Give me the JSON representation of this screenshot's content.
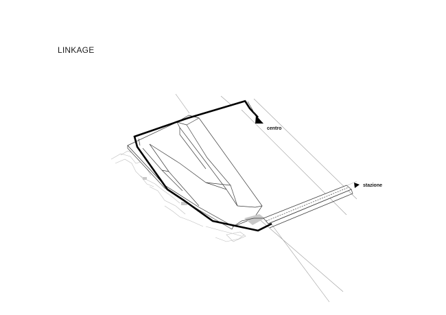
{
  "title": "LINKAGE",
  "labels": {
    "centro": "centro",
    "stazione": "stazione"
  },
  "icons": {
    "centro_arrow": "arrow-down-right-icon",
    "stazione_arrow": "arrow-right-icon"
  },
  "colors": {
    "path": "#000000",
    "context_lines": "#9a9a9a",
    "background": "#ffffff"
  }
}
